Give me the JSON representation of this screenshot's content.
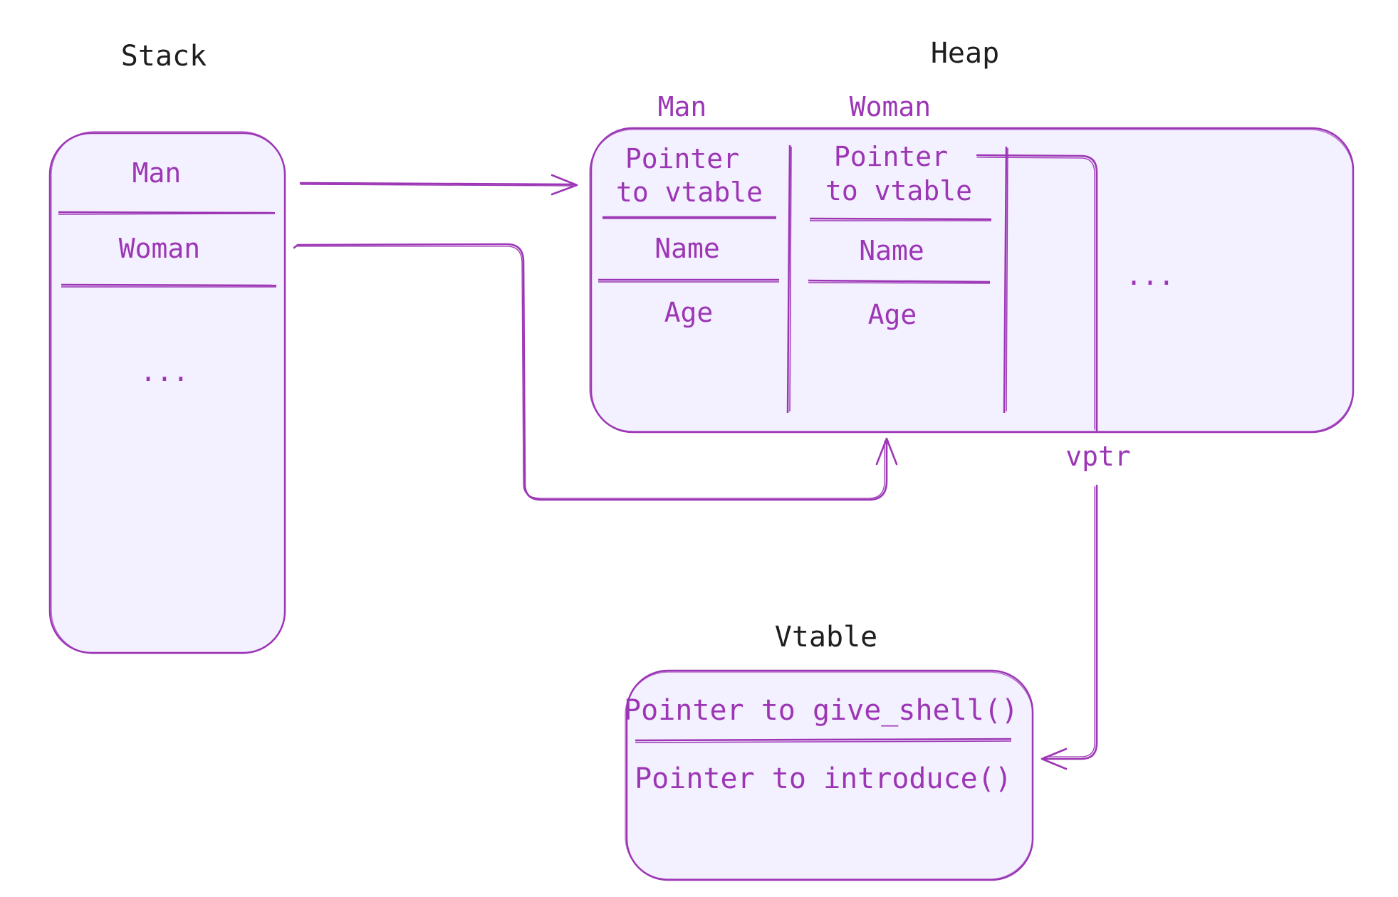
{
  "colors": {
    "stroke": "#9c36b5",
    "fill": "#f3f0ff",
    "title_text": "#1e1e1e"
  },
  "stack": {
    "title": "Stack",
    "cells": [
      "Man",
      "Woman"
    ],
    "ellipsis": "..."
  },
  "heap": {
    "title": "Heap",
    "objects": [
      {
        "name": "Man",
        "fields": {
          "vptr_line1": "Pointer",
          "vptr_line2": "to vtable",
          "name": "Name",
          "age": "Age"
        }
      },
      {
        "name": "Woman",
        "fields": {
          "vptr_line1": "Pointer",
          "vptr_line2": "to vtable",
          "name": "Name",
          "age": "Age"
        }
      }
    ],
    "ellipsis": "..."
  },
  "vptr_label": "vptr",
  "vtable": {
    "title": "Vtable",
    "entries": [
      "Pointer to give_shell()",
      "Pointer to introduce()"
    ]
  }
}
